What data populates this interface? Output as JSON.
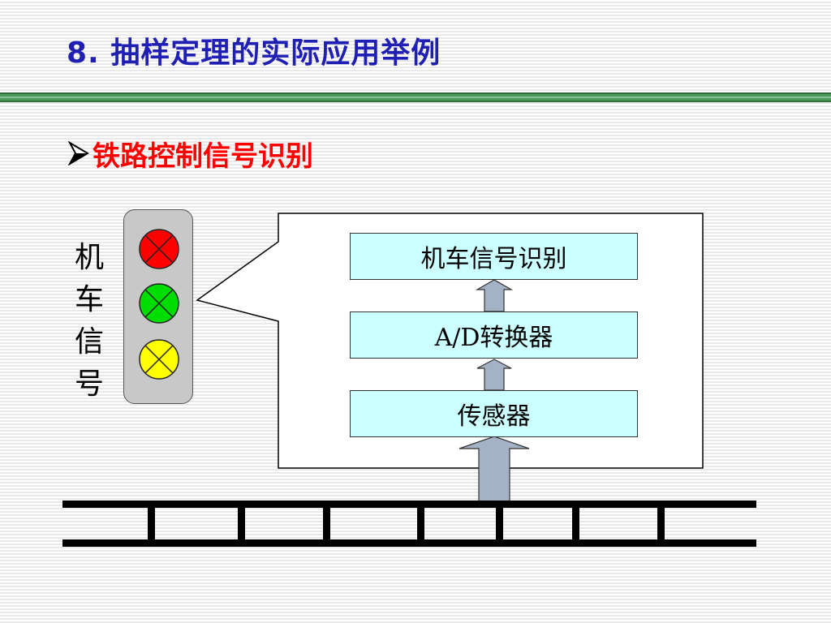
{
  "slide": {
    "title": "8. 抽样定理的实际应用举例",
    "bullet": "铁路控制信号识别"
  },
  "diagram": {
    "signal_label_chars": [
      "机",
      "车",
      "信",
      "号"
    ],
    "lamps": [
      {
        "name": "red",
        "color": "#ff0000"
      },
      {
        "name": "green",
        "color": "#00dd00"
      },
      {
        "name": "yellow",
        "color": "#ffff00"
      }
    ],
    "blocks": {
      "top": "机车信号识别",
      "middle": "A/D转换器",
      "bottom": "传感器"
    }
  },
  "colors": {
    "title": "#1f1fb4",
    "bullet": "#ff0000",
    "block_fill": "#ccffff",
    "arrow_fill": "#a4b2c6",
    "rule": "#4a9a5a"
  }
}
